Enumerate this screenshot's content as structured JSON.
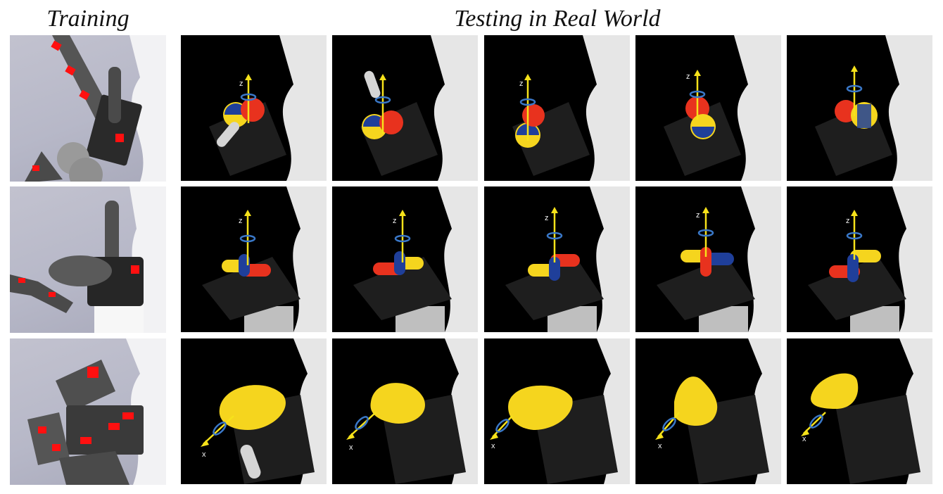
{
  "figure": {
    "training_title": "Training",
    "testing_title": "Testing in Real World"
  },
  "rows": [
    {
      "object": "two-ball",
      "axis_label": "z",
      "frames": 5
    },
    {
      "object": "cross-capsule",
      "axis_label": "z",
      "frames": 5
    },
    {
      "object": "yellow-duck",
      "axis_label": "x",
      "frames": 5
    }
  ],
  "colors": {
    "sim_background": "#b7b8c8",
    "robot_gray": "#4a4a4a",
    "marker_red": "#ff1010",
    "axis_yellow": "#f6e21a",
    "rotation_arrow": "#3a78c8",
    "object_yellow": "#f5d51e",
    "object_red": "#e8321e",
    "object_blue": "#1f3f9a"
  }
}
